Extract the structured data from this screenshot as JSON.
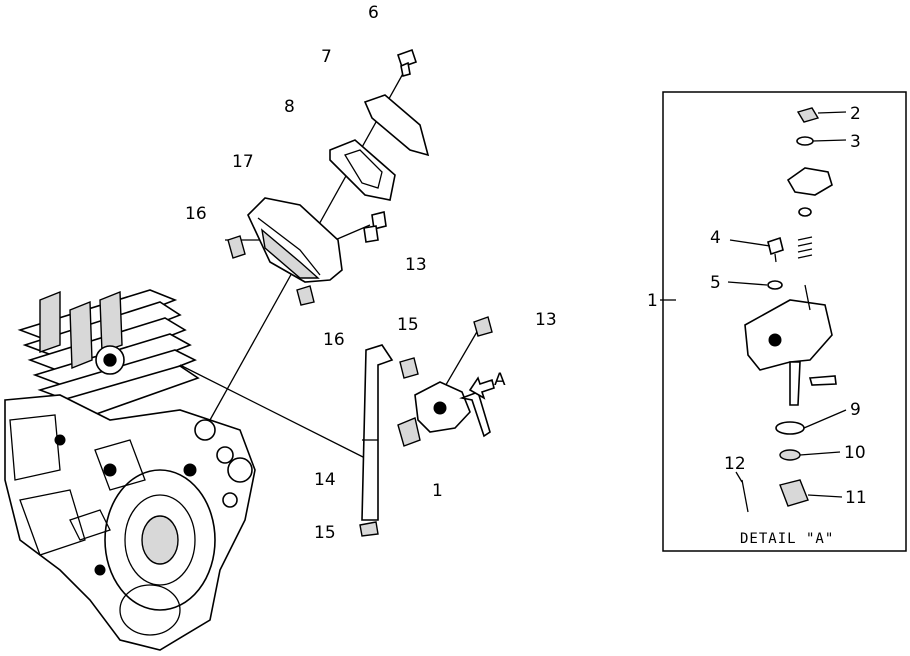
{
  "callouts": {
    "c6": "6",
    "c7": "7",
    "c8": "8",
    "c17": "17",
    "c16a": "16",
    "c16b": "16",
    "c13a": "13",
    "c13b": "13",
    "c15a": "15",
    "c15b": "15",
    "c14": "14",
    "c1a": "1",
    "arrowA": "A",
    "d2": "2",
    "d3": "3",
    "d4": "4",
    "d5": "5",
    "d1": "1",
    "d9": "9",
    "d10": "10",
    "d11": "11",
    "d12": "12"
  },
  "detail_caption": "DETAIL \"A\""
}
